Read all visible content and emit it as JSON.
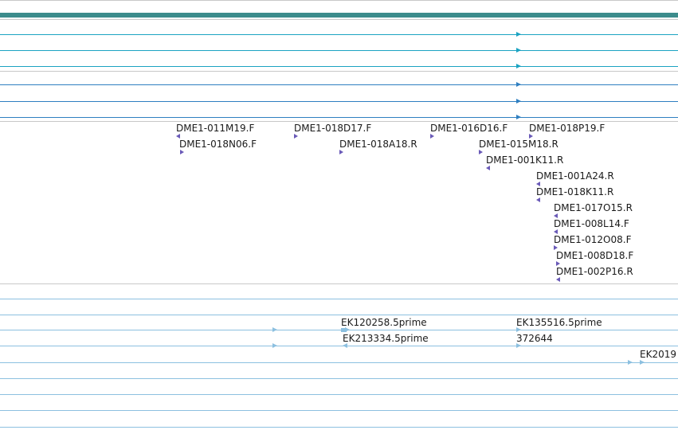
{
  "colors": {
    "coverage_bar": "#3c8c8c",
    "track_teal": "#1ba3c2",
    "track_blue": "#2f7fc1",
    "separator": "#c8c8c8",
    "clone_marker": "#6a5ab8",
    "est_line": "#8cc0e0"
  },
  "clone_tracks": {
    "labels": [
      "DME1-011M19.F",
      "DME1-018N06.F",
      "DME1-018D17.F",
      "DME1-018A18.R",
      "DME1-016D16.F",
      "DME1-015M18.R",
      "DME1-018P19.F",
      "DME1-001K11.R",
      "DME1-001A24.R",
      "DME1-018K11.R",
      "DME1-017O15.R",
      "DME1-008L14.F",
      "DME1-012O08.F",
      "DME1-008D18.F",
      "DME1-002P16.R"
    ]
  },
  "est_tracks": {
    "labels": [
      "EK120258.5prime",
      "EK213334.5prime",
      "EK135516.5prime",
      "372644",
      "EK2019"
    ]
  }
}
